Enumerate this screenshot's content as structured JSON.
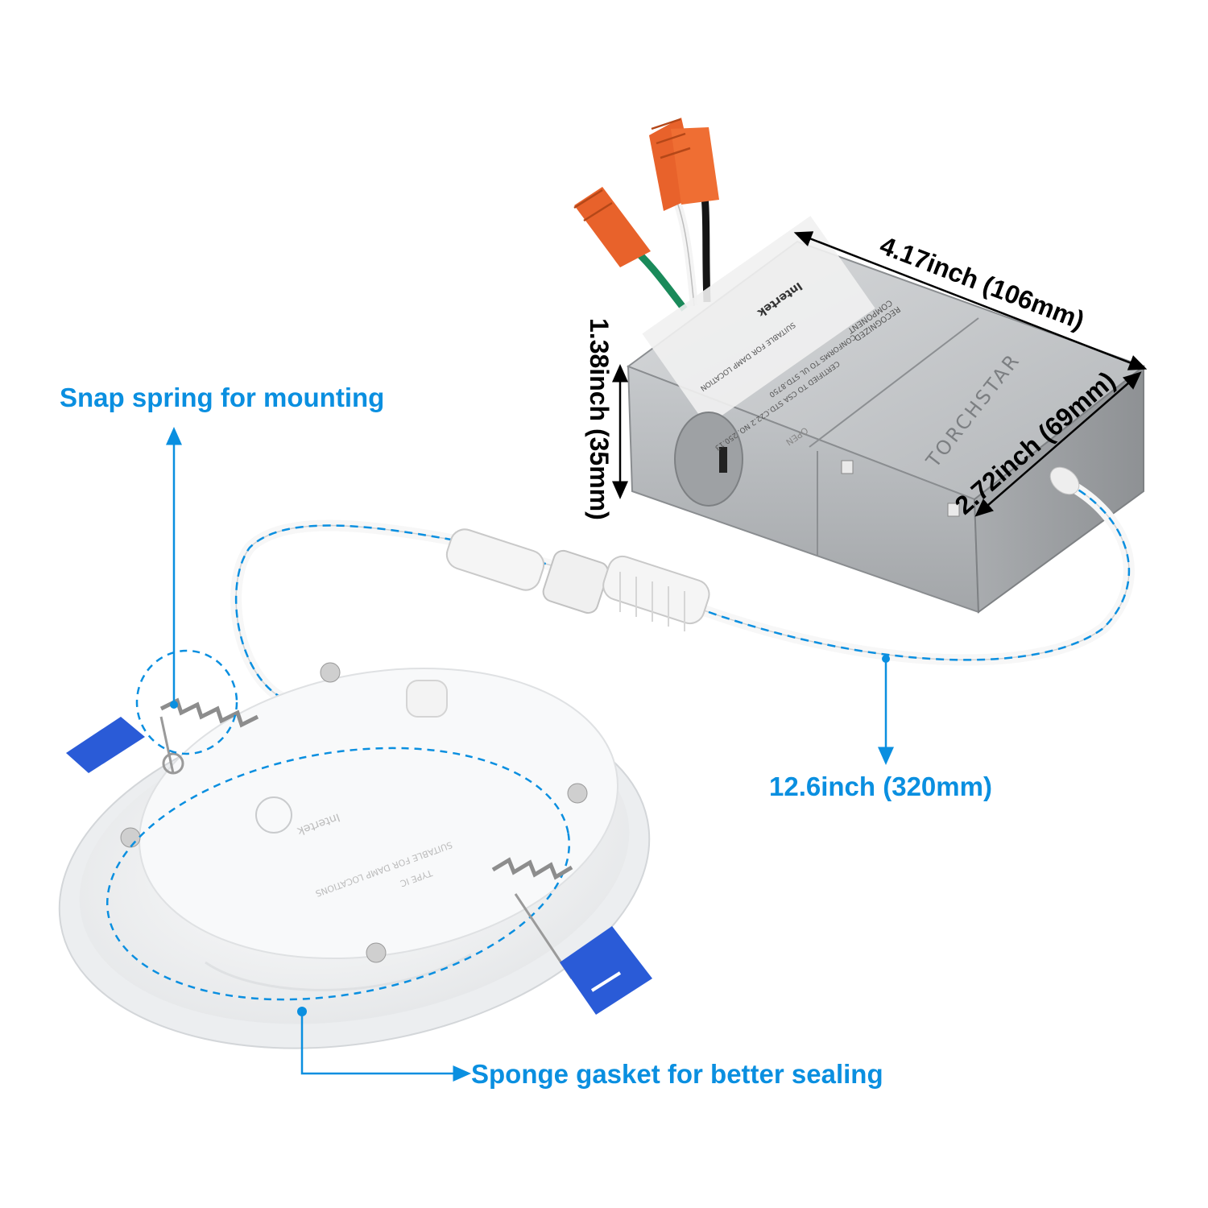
{
  "callouts": {
    "snap_spring": "Snap spring for mounting",
    "cable_length": "12.6inch (320mm)",
    "gasket": "Sponge gasket for better sealing"
  },
  "dimensions": {
    "box_length": "4.17inch (106mm)",
    "box_width": "2.72inch (69mm)",
    "box_height": "1.38inch (35mm)"
  },
  "product_markings": {
    "box_brand": "TORCHSTAR",
    "box_certifier": "Intertek",
    "box_mark_side": "COMPONENT",
    "box_mark_top": "RECOGNIZED",
    "box_conformity": "CONFORMS TO UL STD.8750",
    "box_certified": "CERTIFIED TO CSA STD.C22.2 NO. 250.13",
    "box_damp": "SUITABLE FOR DAMP LOCATION",
    "box_open": "OPEN",
    "light_certifier": "Intertek",
    "light_damp": "SUITABLE FOR DAMP LOCATIONS",
    "light_type": "TYPE IC"
  },
  "colors": {
    "accent": "#0a8fe0",
    "dimension_text": "#000000",
    "wire_nut": "#e8622b",
    "spring_clip": "#2a5bd7",
    "junction_box": "#b9bcc0",
    "light_body": "#f3f4f5"
  }
}
